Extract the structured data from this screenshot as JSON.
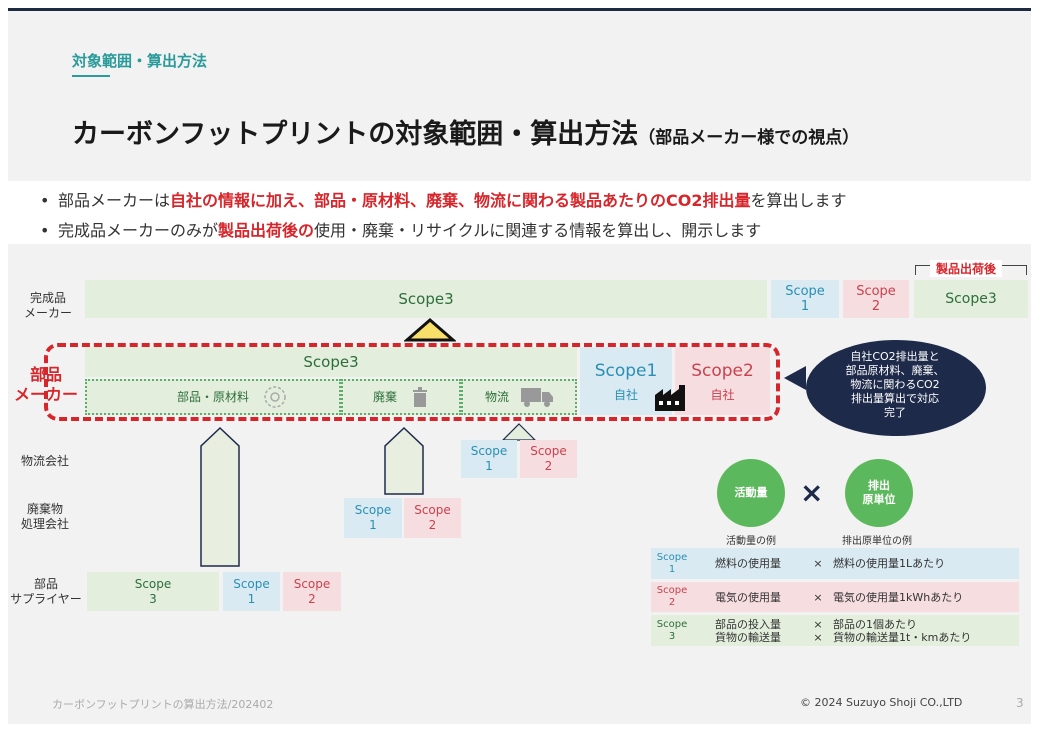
{
  "header": {
    "section_title": "対象範囲・算出方法",
    "title": "カーボンフットプリントの対象範囲・算出方法",
    "title_suffix": "（部品メーカー様での視点）"
  },
  "bullets": [
    {
      "parts": [
        {
          "text": "部品メーカーは",
          "red": false
        },
        {
          "text": "自社の情報に加え、部品・原材料、廃棄、物流に関わる",
          "red": true
        },
        {
          "text": "製品あたりのCO2排出量",
          "red": true
        },
        {
          "text": "を算出します",
          "red": false
        }
      ]
    },
    {
      "parts": [
        {
          "text": "完成品メーカーのみが",
          "red": false
        },
        {
          "text": "製品出荷後の",
          "red": true
        },
        {
          "text": "使用・廃棄・リサイクルに関連する情報を算出し、開示します",
          "red": false
        }
      ]
    }
  ],
  "diagram": {
    "after_shipment_label": "製品出荷後",
    "rows": {
      "finished_maker": "完成品\nメーカー",
      "parts_maker": "部品\nメーカー",
      "logistics": "物流会社",
      "waste": "廃棄物\n処理会社",
      "supplier": "部品\nサプライヤー"
    },
    "finished": {
      "scope3": "Scope3",
      "scope1": "Scope\n1",
      "scope2": "Scope\n2",
      "scope3_after": "Scope3"
    },
    "parts": {
      "scope3": "Scope3",
      "sub1": "部品・原材料",
      "sub2": "廃棄",
      "sub3": "物流",
      "scope1": "Scope1",
      "scope1_sub": "自社",
      "scope2": "Scope2",
      "scope2_sub": "自社"
    },
    "callout": "自社CO2排出量と\n部品原材料、廃棄、\n物流に関わるCO2\n排出量算出で対応\n完了",
    "logistics": {
      "scope1": "Scope\n1",
      "scope2": "Scope\n2"
    },
    "waste": {
      "scope1": "Scope\n1",
      "scope2": "Scope\n2"
    },
    "supplier": {
      "scope3": "Scope\n3",
      "scope1": "Scope\n1",
      "scope2": "Scope\n2"
    },
    "formula": {
      "activity": "活動量",
      "factor": "排出\n原単位",
      "times": "×",
      "activity_example": "活動量の例",
      "factor_example": "排出原単位の例"
    },
    "table": [
      {
        "scope": "Scope\n1",
        "activity": "燃料の使用量",
        "times": "×",
        "factor": "燃料の使用量1Lあたり",
        "color": "#d9eaf2",
        "scope_color": "#2a8fb5"
      },
      {
        "scope": "Scope\n2",
        "activity": "電気の使用量",
        "times": "×",
        "factor": "電気の使用量1kWhあたり",
        "color": "#f6dde0",
        "scope_color": "#c8434e"
      },
      {
        "scope": "Scope\n3",
        "activity": "部品の投入量\n貨物の輸送量",
        "times": "×\n×",
        "factor": "部品の1個あたり\n貨物の輸送量1t・kmあたり",
        "color": "#e3efdc",
        "scope_color": "#2d6e3c"
      }
    ]
  },
  "footer": {
    "left": "カーボンフットプリントの算出方法/202402",
    "right": "© 2024 Suzuyo Shoji CO.,LTD",
    "page": "3"
  },
  "colors": {
    "accent": "#2a9a9a",
    "red": "#d7262b",
    "navy": "#1e2a44"
  }
}
